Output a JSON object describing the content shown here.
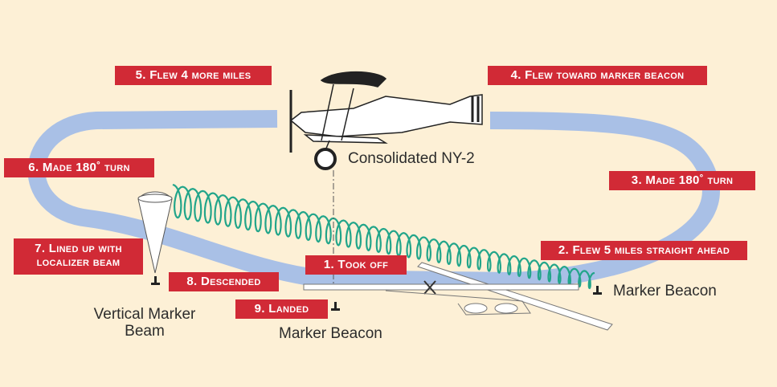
{
  "colors": {
    "background": "#fdf0d6",
    "label": "#d12a36",
    "path": "#a9c0e6",
    "coil": "#22a58a"
  },
  "steps": [
    {
      "label": "1. Took off"
    },
    {
      "label": "2. Flew 5 miles straight ahead"
    },
    {
      "label": "3. Made 180˚ turn"
    },
    {
      "label": "4. Flew toward marker beacon"
    },
    {
      "label": "5. Flew 4 more miles"
    },
    {
      "label": "6. Made 180˚ turn"
    },
    {
      "label_line1": "7. Lined up with",
      "label_line2": "localizer beam"
    },
    {
      "label": "8. Descended"
    },
    {
      "label": "9. Landed"
    }
  ],
  "captions": {
    "aircraft": "Consolidated NY-2",
    "marker_beacon_right": "Marker Beacon",
    "marker_beacon_bottom": "Marker Beacon",
    "vertical_marker_line1": "Vertical Marker",
    "vertical_marker_line2": "Beam"
  }
}
